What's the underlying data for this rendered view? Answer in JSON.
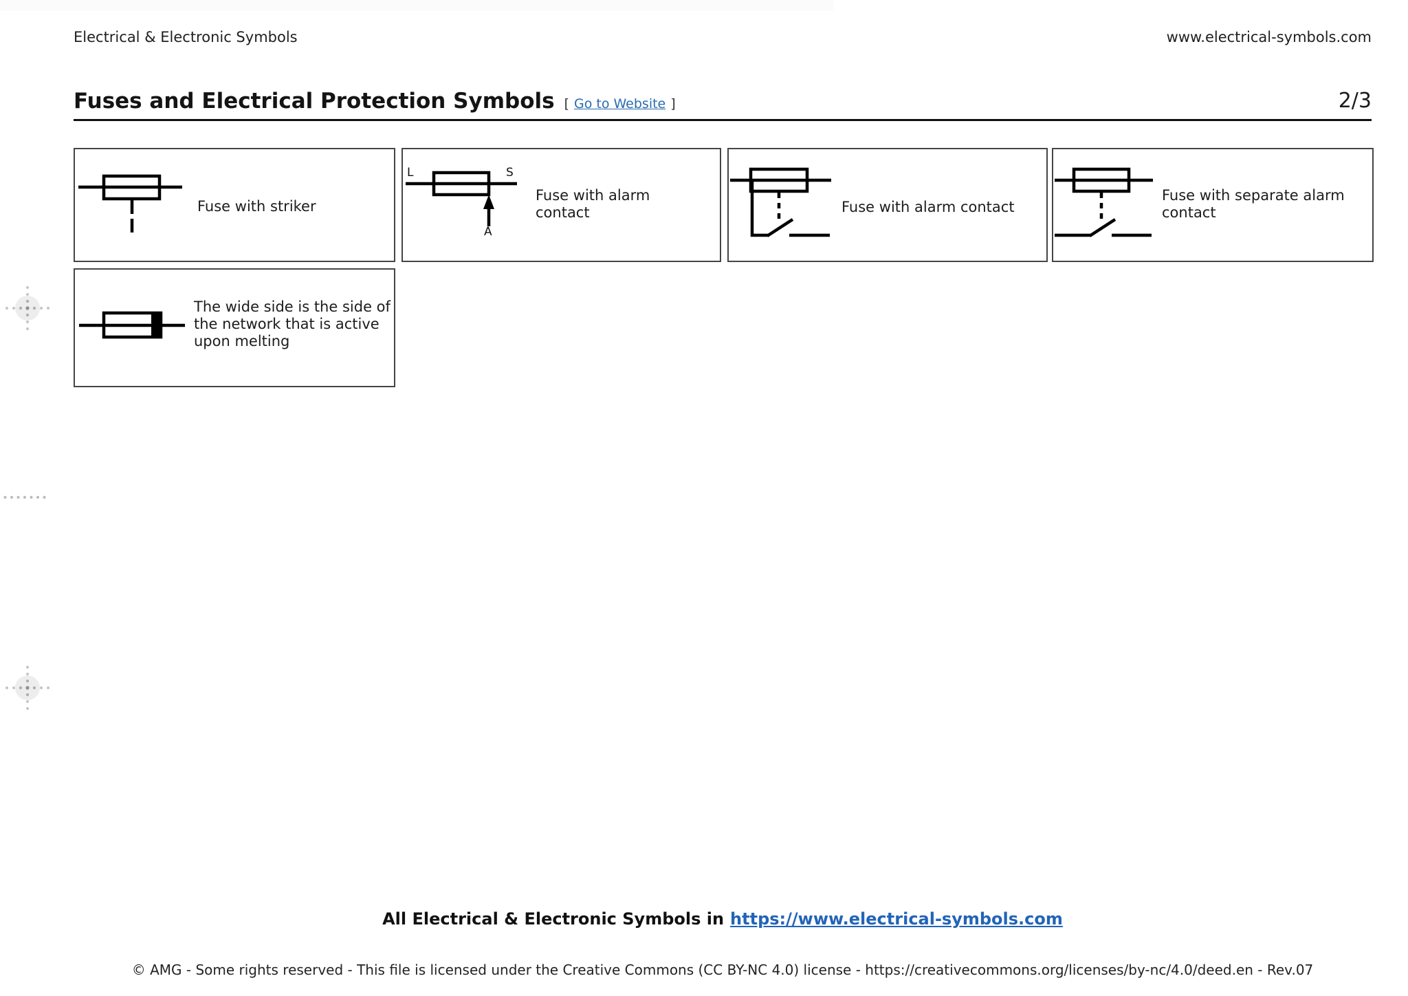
{
  "header": {
    "app_title": "Electrical & Electronic Symbols",
    "website": "www.electrical-symbols.com"
  },
  "titlebar": {
    "title": "Fuses and Electrical Protection Symbols",
    "bracket_open": "[",
    "link_label": "Go to Website",
    "bracket_close": "]",
    "page_indicator": "2/3"
  },
  "cards": [
    {
      "label": "Fuse with striker"
    },
    {
      "label": "Fuse with alarm contact",
      "ann_left": "L",
      "ann_right": "S",
      "ann_bottom": "A"
    },
    {
      "label": "Fuse with alarm contact"
    },
    {
      "label": "Fuse with separate alarm contact"
    },
    {
      "label": "The wide side is the side of the network that is active upon melting"
    }
  ],
  "footer": {
    "summary_prefix": "All Electrical & Electronic Symbols in",
    "summary_link": "https://www.electrical-symbols.com",
    "copyright": "© AMG - Some rights reserved - This file is licensed under the Creative Commons (CC BY-NC 4.0) license - https://creativecommons.org/licenses/by-nc/4.0/deed.en - Rev.07"
  },
  "icons": {
    "crosshair_marker": "crosshair-marker-icon",
    "dot_row": "dot-row-icon"
  },
  "colors": {
    "text": "#1b1b1b",
    "link_blue": "#2a6ab0",
    "footer_link_blue": "#2264b8",
    "card_border": "#454545",
    "symbol_black": "#000000",
    "decoration_gray": "#c5c5c5"
  }
}
